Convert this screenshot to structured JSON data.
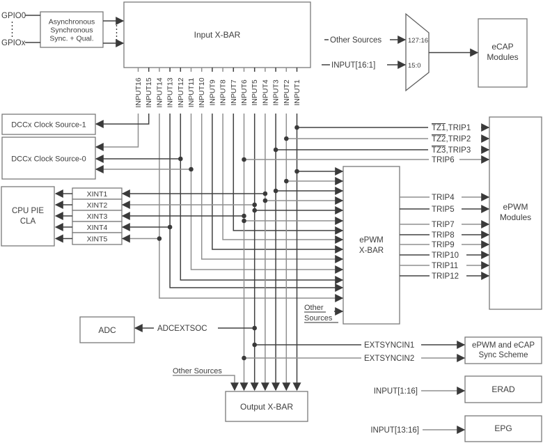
{
  "d": {
    "gpio": {
      "top": "GPIO0",
      "bottom": "GPIOx"
    },
    "async": {
      "l1": "Asynchronous",
      "l2": "Synchronous",
      "l3": "Sync. + Qual."
    },
    "input_xbar": {
      "title": "Input X-BAR"
    },
    "cols": [
      "INPUT16",
      "INPUT15",
      "INPUT14",
      "INPUT13",
      "INPUT12",
      "INPUT11",
      "INPUT10",
      "INPUT9",
      "INPUT8",
      "INPUT7",
      "INPUT6",
      "INPUT5",
      "INPUT4",
      "INPUT3",
      "INPUT2",
      "INPUT1"
    ],
    "mux": {
      "src": "Other Sources",
      "bus": "INPUT[16:1]",
      "hi": "127:16",
      "lo": "15:0"
    },
    "ecap": {
      "l1": "eCAP",
      "l2": "Modules"
    },
    "dcc1": {
      "label": "DCCx Clock Source-1"
    },
    "dcc0": {
      "label": "DCCx Clock Source-0"
    },
    "cpu": {
      "l1": "CPU PIE",
      "l2": "CLA"
    },
    "xint": [
      "XINT1",
      "XINT2",
      "XINT3",
      "XINT4",
      "XINT5"
    ],
    "adc": {
      "label": "ADC",
      "signal": "ADCEXTSOC"
    },
    "epwm_xbar": {
      "l1": "ePWM",
      "l2": "X-BAR",
      "os1": "Other",
      "os2": "Sources"
    },
    "epwm_modules": {
      "l1": "ePWM",
      "l2": "Modules"
    },
    "tz": [
      {
        "ov": "TZ1",
        "rest": ",TRIP1"
      },
      {
        "ov": "TZ2",
        "rest": ",TRIP2"
      },
      {
        "ov": "TZ3",
        "rest": ",TRIP3"
      }
    ],
    "trip6": "TRIP6",
    "trips": [
      "TRIP4",
      "TRIP5",
      "TRIP7",
      "TRIP8",
      "TRIP9",
      "TRIP10",
      "TRIP11",
      "TRIP12"
    ],
    "sync": {
      "s1": "EXTSYNCIN1",
      "s2": "EXTSYNCIN2",
      "l1": "ePWM and eCAP",
      "l2": "Sync Scheme"
    },
    "out_xbar": {
      "title": "Output X-BAR",
      "src": "Other Sources"
    },
    "erad": {
      "label": "ERAD",
      "signal": "INPUT[1:16]"
    },
    "epg": {
      "label": "EPG",
      "signal": "INPUT[13:16]"
    },
    "colors": {
      "wire_dark": "#404040",
      "wire_gray": "#8f8f8f",
      "box_border": "#787878",
      "text": "#3c3c3c"
    }
  }
}
